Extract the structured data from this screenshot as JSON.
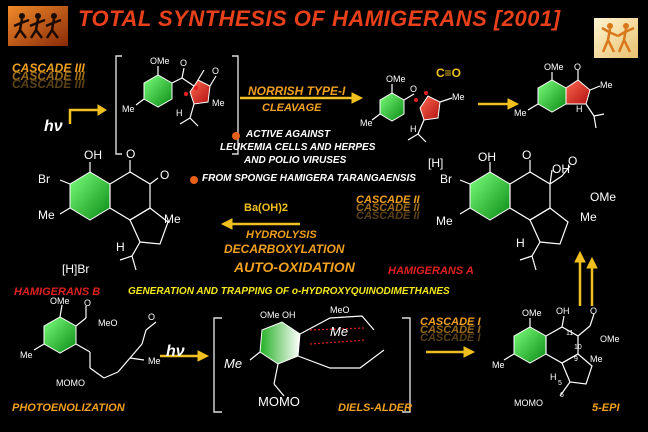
{
  "title": "TOTAL SYNTHESIS OF HAMIGERANS [2001]",
  "cascade_labels": {
    "three": "CASCADE III",
    "two": "CASCADE II",
    "one": "CASCADE I"
  },
  "hv": "hν",
  "norrish_line1": "NORRISH TYPE-I",
  "norrish_line2": "CLEAVAGE",
  "co": "C≡O",
  "bullet1_line1": "ACTIVE AGAINST",
  "bullet1_line2": "LEUKEMIA CELLS AND HERPES",
  "bullet1_line3": "AND POLIO VIRUSES",
  "bullet2": "FROM SPONGE HAMIGERA TARANGAENSIS",
  "reagent": "Ba(OH)2",
  "hydrolysis": "HYDROLYSIS",
  "decarboxylation": "DECARBOXYLATION",
  "auto_oxidation": "AUTO-OXIDATION",
  "hamigerans_a": "HAMIGERANS A",
  "hamigerans_b": "HAMIGERANS B",
  "generation": "GENERATION AND TRAPPING OF o-HYDROXYQUINODIMETHANES",
  "photoenolization": "PHOTOENOLIZATION",
  "diels_alder": "DIELS-ALDER",
  "five_epi": "5-EPI",
  "atoms": {
    "ome": "OMe",
    "me": "Me",
    "h": "H",
    "oh": "OH",
    "o": "O",
    "br": "Br",
    "h_br": "[H]Br",
    "h_bracket": "[H]",
    "meo": "MeO",
    "momo": "MOMO",
    "omeoh": "OMe OH",
    "meo_o": "MeO",
    "n11": "11",
    "n10": "10",
    "n9": "9",
    "n5": "5",
    "n6": "6"
  },
  "colors": {
    "title": "#e8401a",
    "ring_green": "#22b022",
    "ring_red": "#e8261c",
    "cascade": "#f0a020",
    "label_red": "#e02020",
    "label_yellow": "#f4e81c",
    "arrow_yellow": "#f0c020"
  }
}
